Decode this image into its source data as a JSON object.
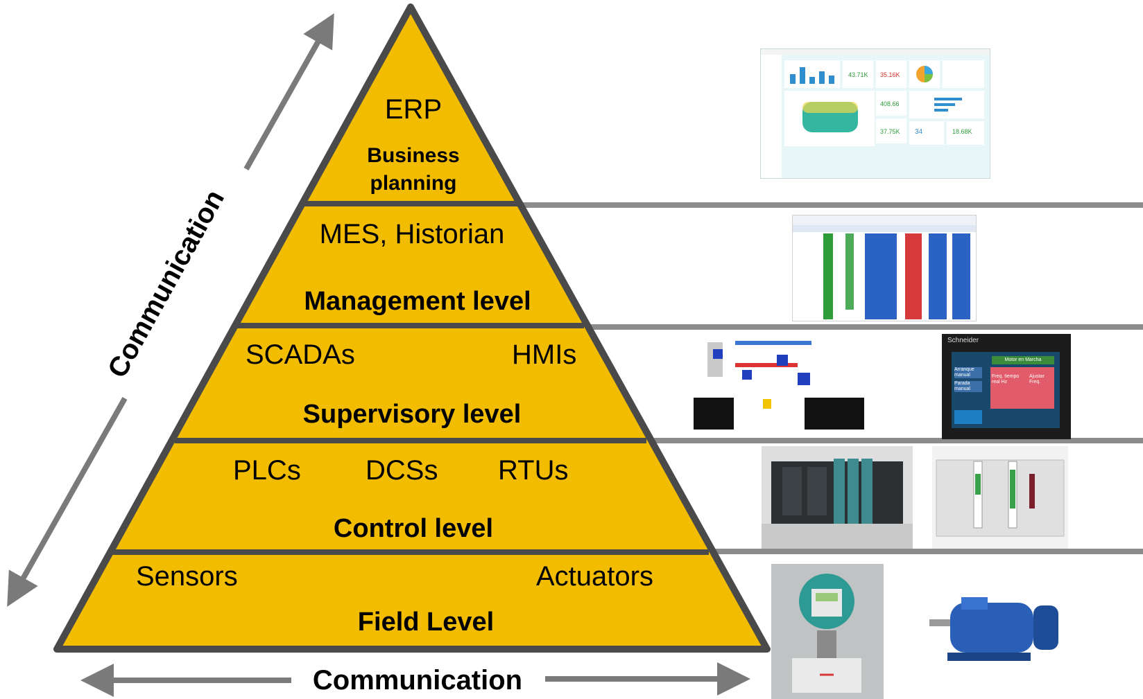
{
  "pyramid": {
    "levels": [
      {
        "id": "business",
        "systems": [
          "ERP"
        ],
        "name": "Business planning"
      },
      {
        "id": "management",
        "systems": [
          "MES, Historian"
        ],
        "name": "Management level"
      },
      {
        "id": "supervisory",
        "systems": [
          "SCADAs",
          "HMIs"
        ],
        "name": "Supervisory level"
      },
      {
        "id": "control",
        "systems": [
          "PLCs",
          "DCSs",
          "RTUs"
        ],
        "name": "Control level"
      },
      {
        "id": "field",
        "systems": [
          "Sensors",
          "Actuators"
        ],
        "name": "Field Level"
      }
    ],
    "business_line1": "Business",
    "business_line2": "planning"
  },
  "arrows": {
    "vertical_label": "Communication",
    "horizontal_label": "Communication"
  },
  "colors": {
    "pyramid_fill": "#f2bc00",
    "outline": "#4a4a4a",
    "arrow": "#7a7a7a",
    "divider": "#8c8c8c"
  },
  "thumbnails": {
    "erp_values": [
      "43.71K",
      "35.16K",
      "408.66",
      "37.75K",
      "34",
      "18.68K"
    ],
    "hmi_brand": "Schneider",
    "hmi_buttons": [
      "Motor en Marcha",
      "Arranque manual",
      "Parada manual",
      "Ajustar Freq.",
      "Freq. tiempo real Hz"
    ]
  }
}
